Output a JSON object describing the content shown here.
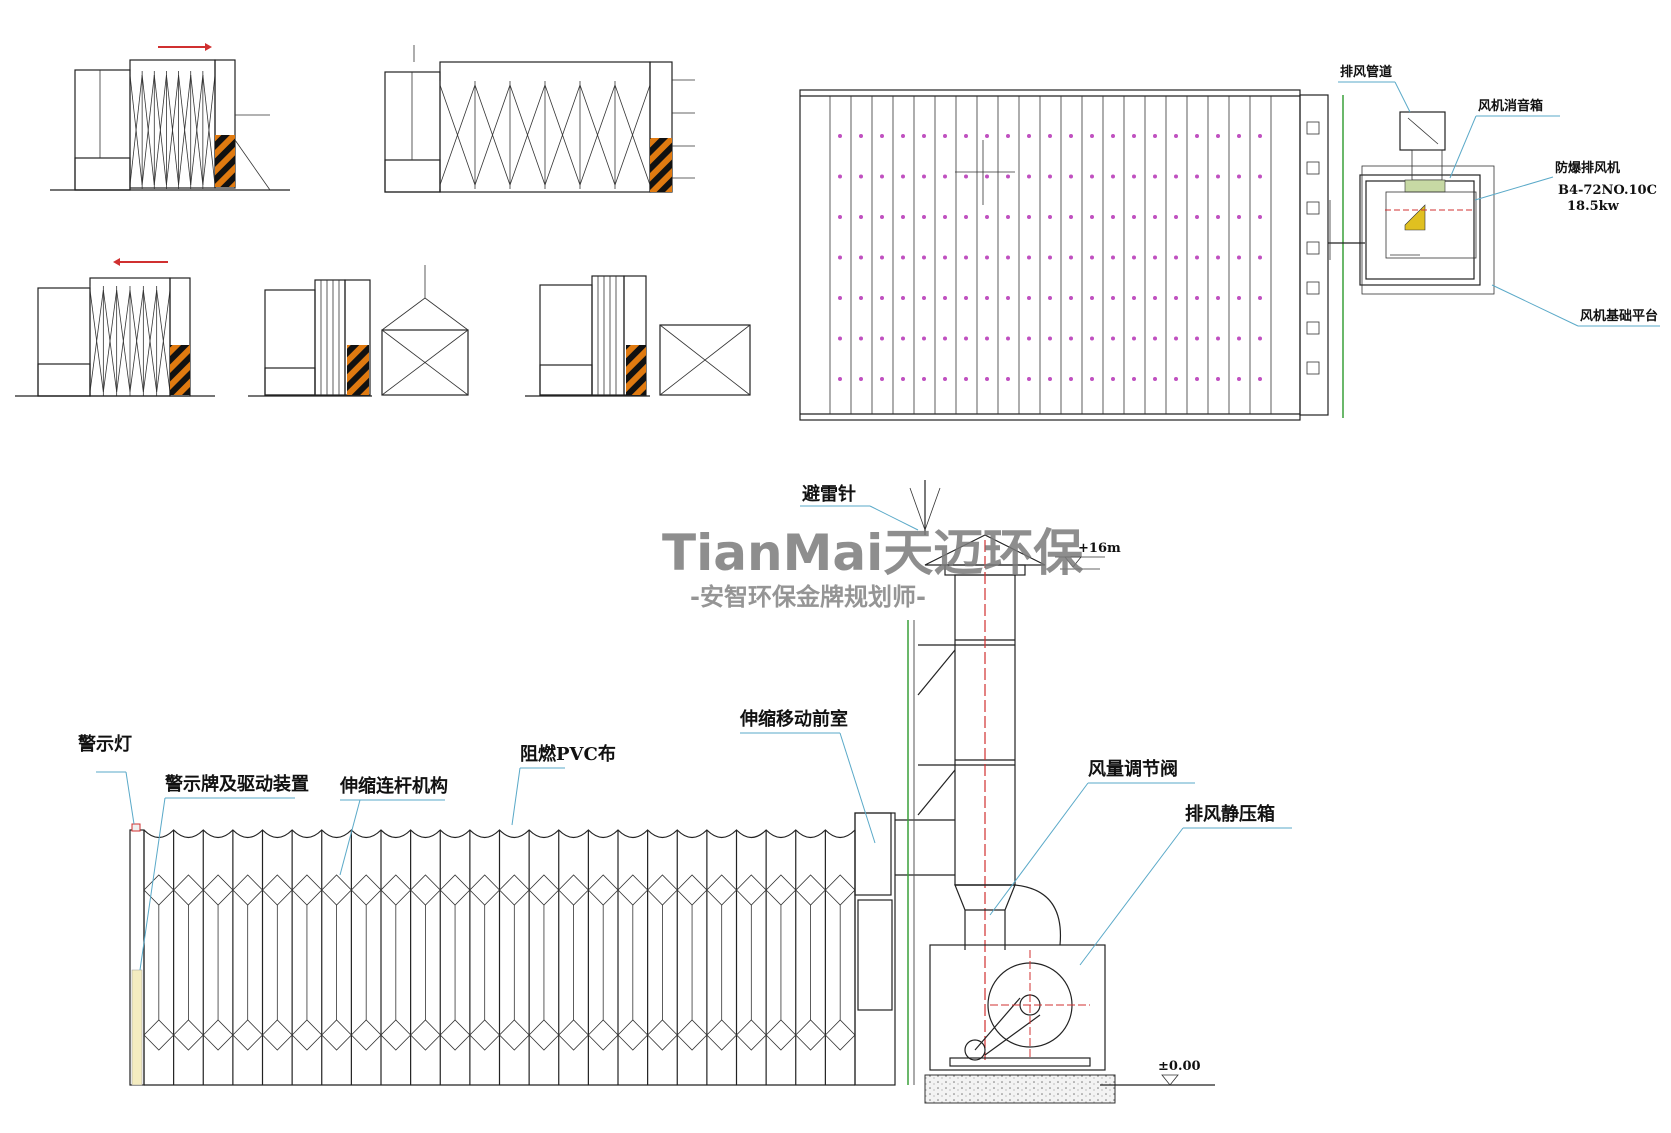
{
  "labels": {
    "exhaust_duct": "排风管道",
    "silencer_box": "风机消音箱",
    "explosion_fan": "防爆排风机",
    "fan_model": "B4-72NO.10C",
    "fan_power": "18.5kw",
    "fan_platform": "风机基础平台",
    "lightning_rod": "避雷针",
    "elevation_top": "+16m",
    "elevation_zero": "±0.00",
    "warning_light": "警示灯",
    "warning_sign_drive": "警示牌及驱动装置",
    "linkage": "伸缩连杆机构",
    "pvc_cloth": "阻燃PVC布",
    "front_room": "伸缩移动前室",
    "damper": "风量调节阀",
    "static_box": "排风静压箱"
  },
  "watermark": {
    "brand": "TianMai天迈环保",
    "slogan": "-安智环保金牌规划师-"
  },
  "colors": {
    "line": "#222222",
    "leader": "#5aa9c8",
    "magenta_dot": "#c050c0",
    "hazard_orange": "#e07a10",
    "axis_red": "#d03030",
    "ground_green": "#3aa03a"
  }
}
